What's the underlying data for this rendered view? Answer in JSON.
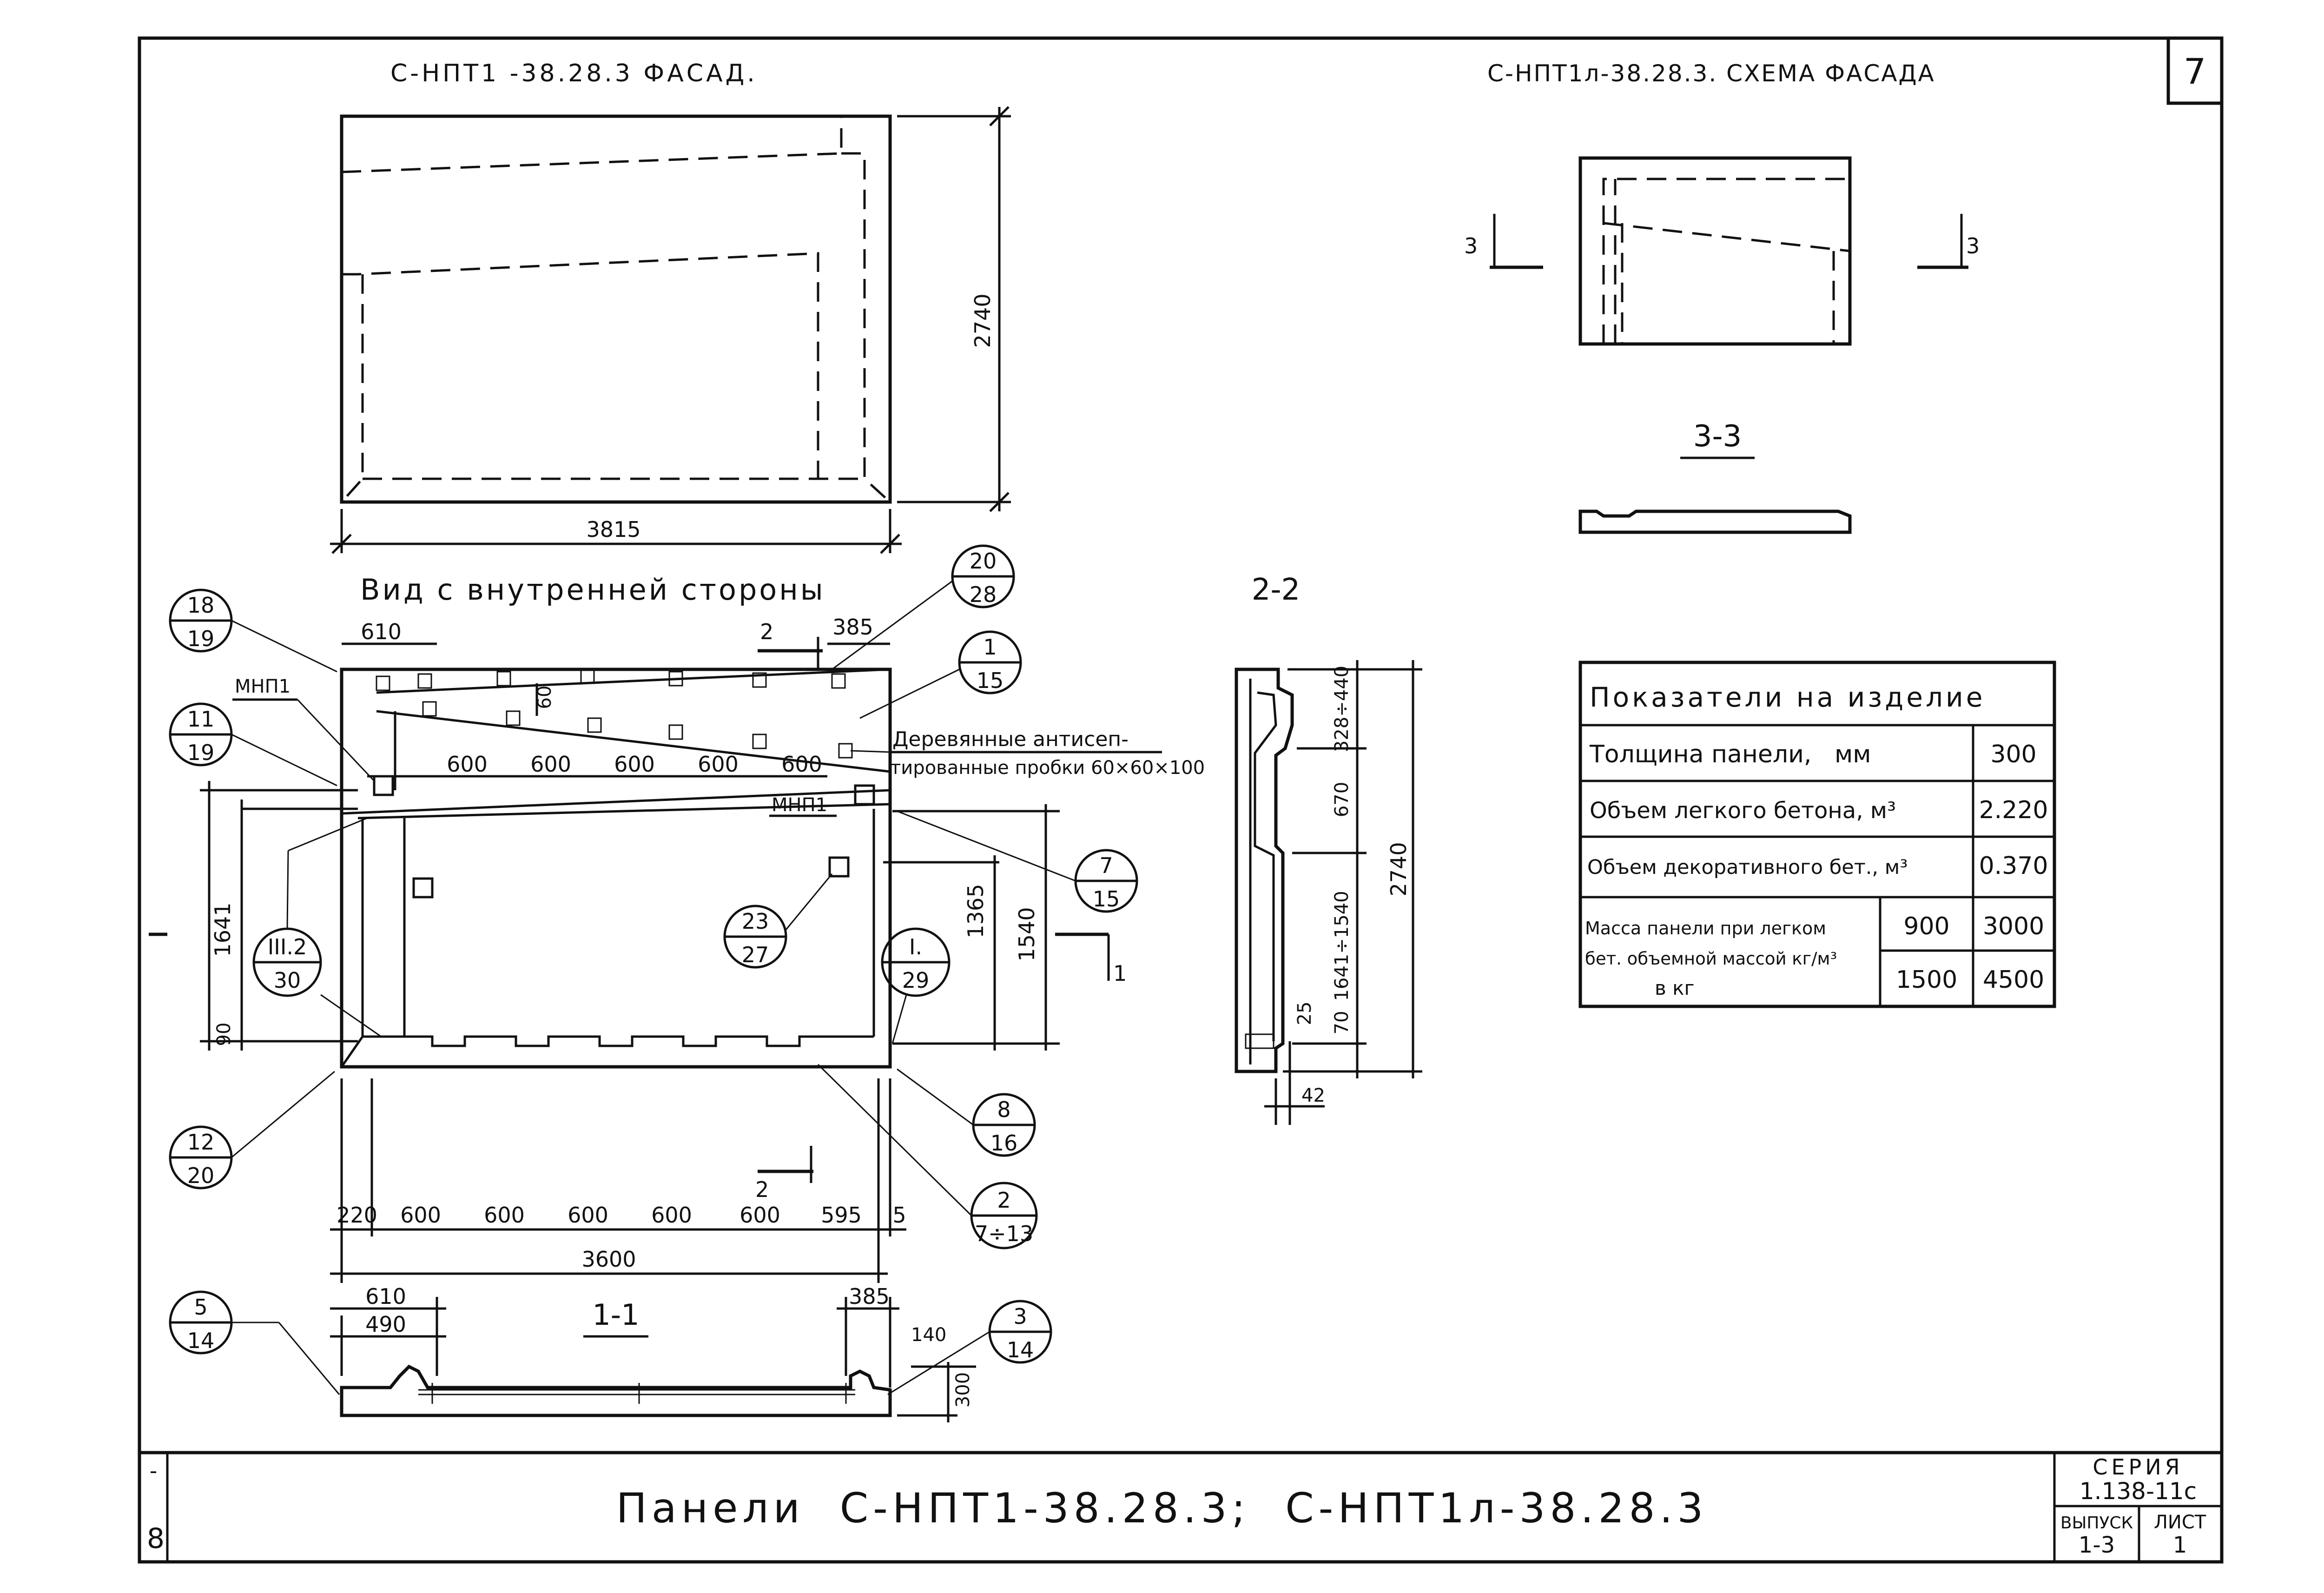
{
  "sheet": {
    "number": "7",
    "main_title": "Панели  С-НПТ1-38.28.3;  С-НПТ1л-38.28.3",
    "series_label": "СЕРИЯ",
    "series_value": "1.138-11с",
    "issue_label": "ВЫПУСК",
    "issue_value": "1-3",
    "sheet_label": "ЛИСТ",
    "sheet_value": "1",
    "margin_marks": [
      "-",
      "8"
    ]
  },
  "facade": {
    "title": "С-НПТ1 -38.28.3 ФАСАД.",
    "width_dim": "3815",
    "height_dim": "2740"
  },
  "facade_scheme": {
    "title": "С-НПТ1л-38.28.3. СХЕМА ФАСАДА",
    "cut_left": "3",
    "cut_right": "3",
    "section_label": "3-3"
  },
  "inner_view": {
    "title": "Вид с внутренней стороны",
    "top_dim_left": "610",
    "top_dim_right": "385",
    "small_dim": "60",
    "spacing_dims": [
      "600",
      "600",
      "600",
      "600",
      "600"
    ],
    "mnp_left": "МНП1",
    "mnp_right": "МНП1",
    "note_line1": "Деревянные антисеп-",
    "note_line2": "тированные пробки 60×60×100",
    "dim_1641": "1641",
    "dim_90": "90",
    "dim_1365": "1365",
    "dim_1540": "1540",
    "cut_2_top": "2",
    "cut_2_bottom": "2",
    "cut_1": "1",
    "bottom_dims": [
      "220",
      "600",
      "600",
      "600",
      "600",
      "600",
      "595",
      "5"
    ],
    "total_dim": "3600",
    "callouts": [
      {
        "top": "18",
        "bottom": "19"
      },
      {
        "top": "11",
        "bottom": "19"
      },
      {
        "top": "III.2",
        "bottom": "30"
      },
      {
        "top": "12",
        "bottom": "20"
      },
      {
        "top": "20",
        "bottom": "28"
      },
      {
        "top": "1",
        "bottom": "15"
      },
      {
        "top": "7",
        "bottom": "15"
      },
      {
        "top": "23",
        "bottom": "27"
      },
      {
        "top": "I.",
        "bottom": "29"
      },
      {
        "top": "8",
        "bottom": "16"
      },
      {
        "top": "2",
        "bottom": "7÷13"
      },
      {
        "top": "5",
        "bottom": "14"
      },
      {
        "top": "3",
        "bottom": "14"
      }
    ]
  },
  "section_2_2": {
    "label": "2-2",
    "dims": [
      "328÷440",
      "670",
      "1641÷1540",
      "70",
      "25",
      "42"
    ],
    "total": "2740"
  },
  "section_1_1": {
    "label": "1-1",
    "dims_top": [
      "610",
      "490",
      "385",
      "140"
    ],
    "thickness": "300"
  },
  "indicators_table": {
    "title": "Показатели на изделие",
    "rows": [
      {
        "label": "Толщина панели,   мм",
        "value": "300"
      },
      {
        "label": "Объем легкого бетона, м³",
        "value": "2.220"
      },
      {
        "label": "Объем декоративного бет., м³",
        "value": "0.370"
      }
    ],
    "mass_label_1": "Масса панели при легком",
    "mass_label_2": "бет. объемной массой кг/м³",
    "mass_label_3": "в кг",
    "mass_rows": [
      {
        "density": "900",
        "mass": "3000"
      },
      {
        "density": "1500",
        "mass": "4500"
      }
    ]
  }
}
